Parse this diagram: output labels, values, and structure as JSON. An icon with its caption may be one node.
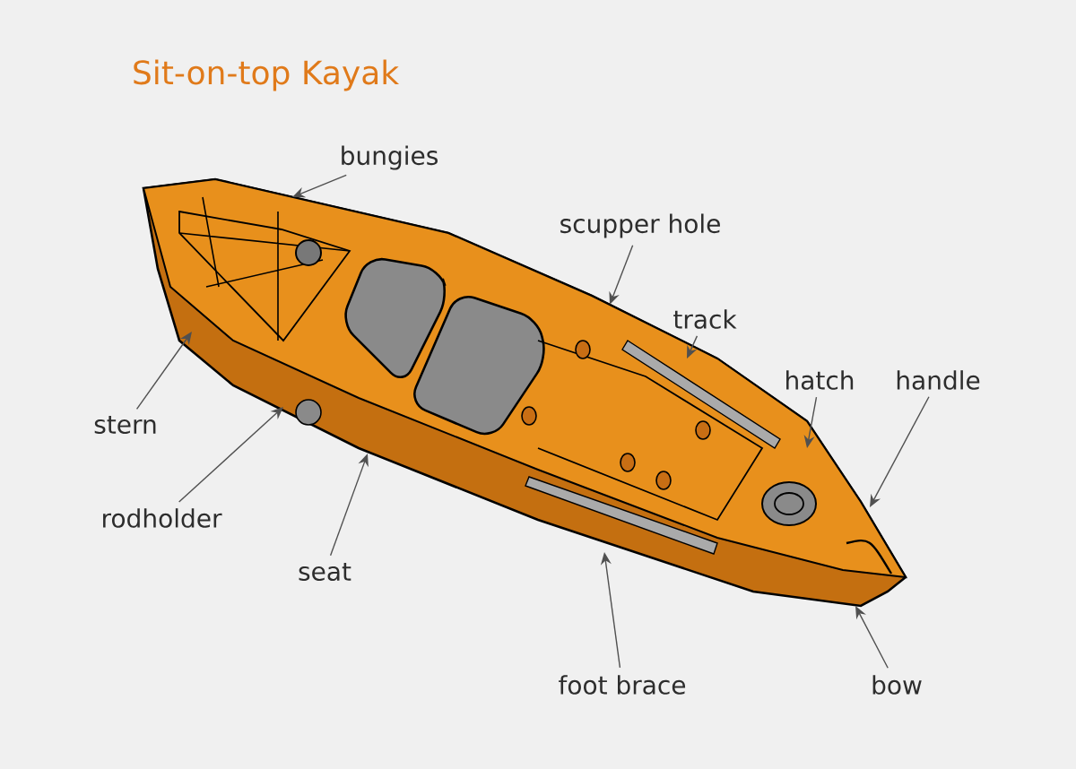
{
  "diagram": {
    "title": "Sit-on-top Kayak",
    "nodes": [
      {
        "text": [
          "bungies"
        ]
      },
      {
        "text": [
          "scupper hole"
        ]
      },
      {
        "text": [
          "track"
        ]
      },
      {
        "text": [
          "hatch"
        ]
      },
      {
        "text": [
          "handle"
        ]
      },
      {
        "text": [
          "stern"
        ]
      },
      {
        "text": [
          "rodholder"
        ]
      },
      {
        "text": [
          "seat"
        ]
      },
      {
        "text": [
          "foot brace"
        ]
      },
      {
        "text": [
          "bow"
        ]
      }
    ],
    "edges": [
      {
        "from": 0,
        "to": null,
        "arrow": "to"
      },
      {
        "from": 1,
        "to": null,
        "arrow": "to"
      },
      {
        "from": 2,
        "to": null,
        "arrow": "to"
      },
      {
        "from": 3,
        "to": null,
        "arrow": "to"
      },
      {
        "from": 4,
        "to": null,
        "arrow": "to"
      },
      {
        "from": 5,
        "to": null,
        "arrow": "to"
      },
      {
        "from": 6,
        "to": null,
        "arrow": "to"
      },
      {
        "from": 7,
        "to": null,
        "arrow": "to"
      },
      {
        "from": 8,
        "to": null,
        "arrow": "to"
      },
      {
        "from": 9,
        "to": null,
        "arrow": "to"
      }
    ]
  }
}
